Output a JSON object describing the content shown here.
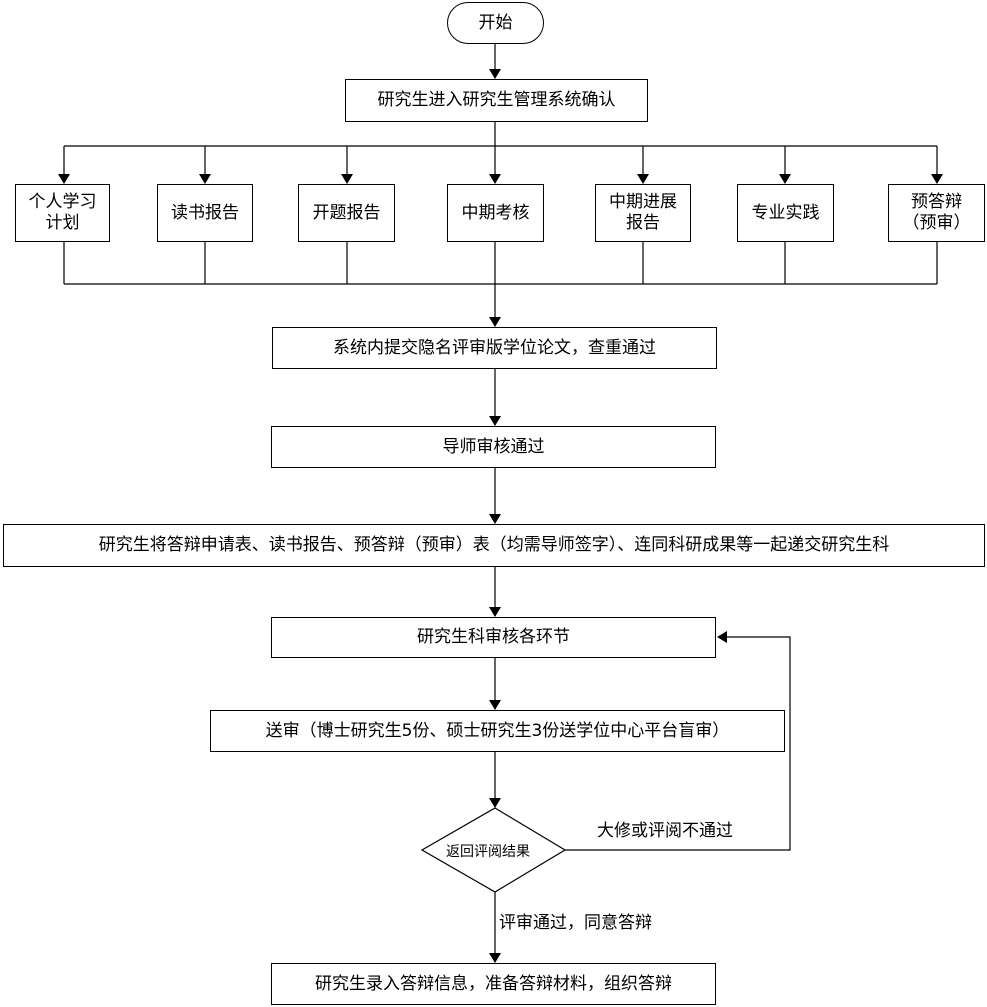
{
  "start": "开始",
  "step_login": "研究生进入研究生管理系统确认",
  "modules": [
    "个人学习\n计划",
    "读书报告",
    "开题报告",
    "中期考核",
    "中期进展\n报告",
    "专业实践",
    "预答辩\n（预审）"
  ],
  "step_submit": "系统内提交隐名评审版学位论文，查重通过",
  "step_advisor": "导师审核通过",
  "step_documents": "研究生将答辩申请表、读书报告、预答辩（预审）表（均需导师签字）、连同科研成果等一起递交研究生科",
  "step_office_review": "研究生科审核各环节",
  "step_blind_review": "送审（博士研究生5份、硕士研究生3份送学位中心平台盲审）",
  "decision": "返回评阅结果",
  "branch_fail": "大修或评阅不通过",
  "branch_pass": "评审通过，同意答辩",
  "step_final": "研究生录入答辩信息，准备答辩材料，组织答辩"
}
